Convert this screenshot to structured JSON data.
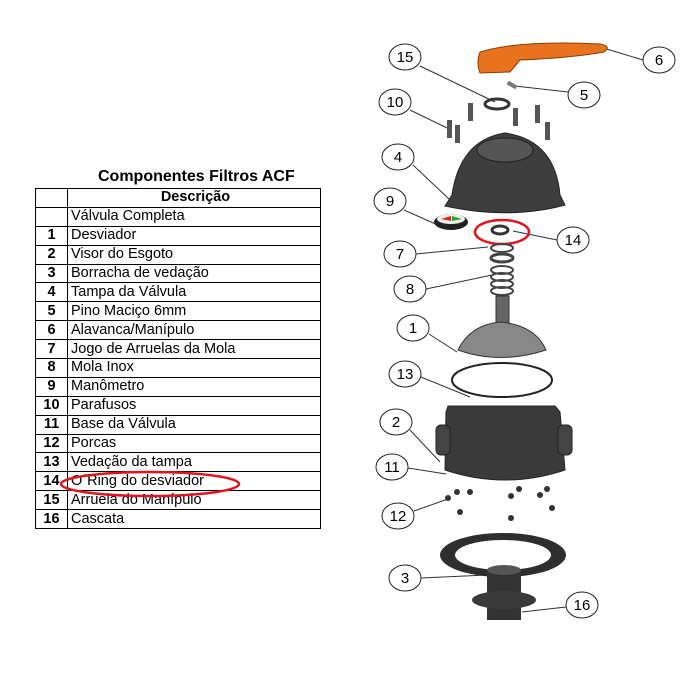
{
  "table": {
    "title": "Componentes Filtros ACF",
    "header": "Descrição",
    "rows": [
      {
        "num": "",
        "desc": "Válvula Completa"
      },
      {
        "num": "1",
        "desc": "Desviador"
      },
      {
        "num": "2",
        "desc": "Visor do Esgoto"
      },
      {
        "num": "3",
        "desc": "Borracha de vedação"
      },
      {
        "num": "4",
        "desc": "Tampa da Válvula"
      },
      {
        "num": "5",
        "desc": "Pino Maciço 6mm"
      },
      {
        "num": "6",
        "desc": "Alavanca/Manípulo"
      },
      {
        "num": "7",
        "desc": "Jogo de Arruelas da Mola"
      },
      {
        "num": "8",
        "desc": "Mola Inox"
      },
      {
        "num": "9",
        "desc": "Manômetro"
      },
      {
        "num": "10",
        "desc": "Parafusos"
      },
      {
        "num": "11",
        "desc": "Base da Válvula"
      },
      {
        "num": "12",
        "desc": "Porcas"
      },
      {
        "num": "13",
        "desc": "Vedação da tampa"
      },
      {
        "num": "14",
        "desc": "O´Ring do desviador"
      },
      {
        "num": "15",
        "desc": "Arruela do Manípulo"
      },
      {
        "num": "16",
        "desc": "Cascata"
      }
    ]
  },
  "callouts": [
    "15",
    "6",
    "5",
    "10",
    "4",
    "9",
    "14",
    "7",
    "8",
    "1",
    "13",
    "2",
    "11",
    "12",
    "3",
    "16"
  ],
  "colors": {
    "highlight": "#e0141e",
    "handle": "#e8731e",
    "part": "#3a3a3a"
  }
}
